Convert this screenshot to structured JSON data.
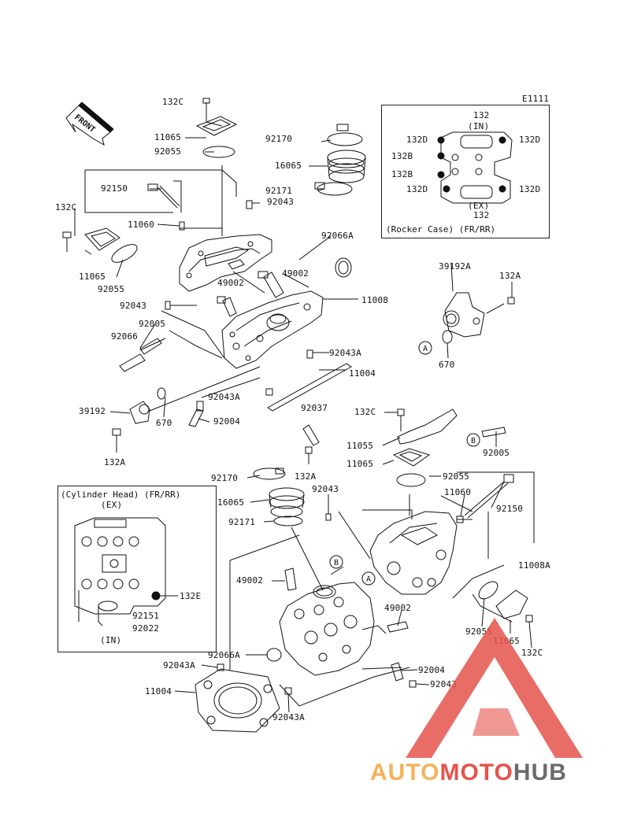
{
  "diagram": {
    "code": "E1111",
    "front_label": "FRONT",
    "rocker_inset": {
      "title": "(Rocker Case) (FR/RR)",
      "in_label": "(IN)",
      "ex_label": "(EX)",
      "callouts": [
        "132",
        "132D",
        "132D",
        "132B",
        "132B",
        "132D",
        "132D",
        "132"
      ]
    },
    "head_inset": {
      "title": "(Cylinder Head) (FR/RR)",
      "ex_label": "(EX)",
      "in_label": "(IN)",
      "callouts": [
        "132E",
        "92151",
        "92022"
      ]
    },
    "labels": [
      "132C",
      "11065",
      "92055",
      "92170",
      "16065",
      "92171",
      "92150",
      "92043",
      "132C",
      "11060",
      "92066A",
      "11065",
      "92055",
      "49002",
      "49002",
      "92043",
      "11008",
      "92005",
      "92066",
      "92043A",
      "11004",
      "92043A",
      "92037",
      "39192",
      "670",
      "92004",
      "132A",
      "39192A",
      "132A",
      "670",
      "132C",
      "11055",
      "11065",
      "92005",
      "132A",
      "92170",
      "92055",
      "16065",
      "92043",
      "11060",
      "92150",
      "92171",
      "11008A",
      "49002",
      "49002",
      "92055",
      "11065",
      "132C",
      "92066A",
      "92004",
      "92043A",
      "92043",
      "11004",
      "92043A"
    ],
    "markers": [
      "A",
      "B",
      "A",
      "B"
    ]
  },
  "watermark": {
    "text_a": "AUTO",
    "text_b": "MOTO",
    "text_c": "HUB",
    "color_orange": "#f5b25a",
    "color_red": "#e5544c",
    "color_gray": "#6b6b6b"
  }
}
